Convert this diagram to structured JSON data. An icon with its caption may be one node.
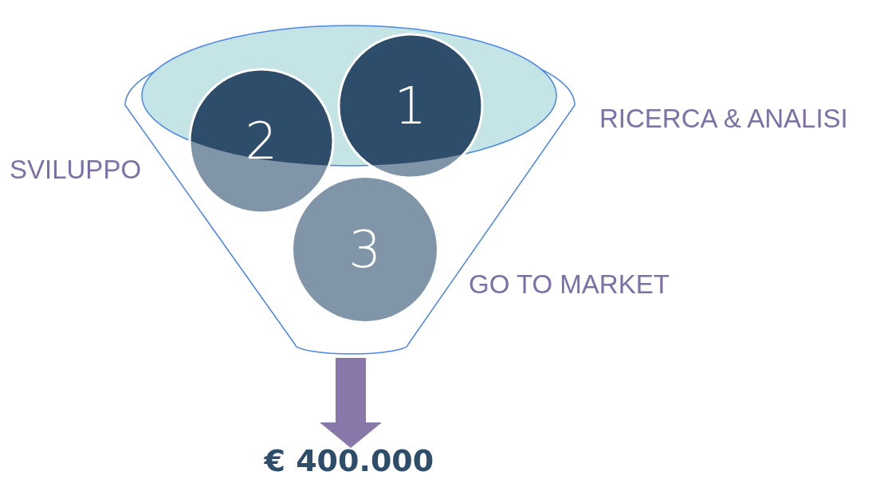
{
  "diagram": {
    "nodes": [
      {
        "text": [],
        "shape": "funnel"
      },
      {
        "text": [
          "1"
        ],
        "in": 0
      },
      {
        "text": [
          "2"
        ],
        "in": 0
      },
      {
        "text": [
          "3"
        ],
        "in": 0
      },
      {
        "text": [
          "€ 400.000"
        ]
      }
    ],
    "edges": [
      {
        "from": 0,
        "to": 4,
        "arrow": "to",
        "style": "thick"
      }
    ],
    "labels": [
      "RICERCA & ANALISI",
      "SVILUPPO",
      "GO TO MARKET"
    ]
  }
}
